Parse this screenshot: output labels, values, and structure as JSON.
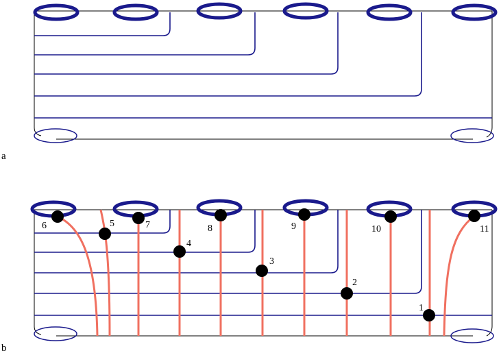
{
  "panels": {
    "a": {
      "label": "a"
    },
    "b": {
      "label": "b"
    }
  },
  "point_labels": [
    "6",
    "5",
    "7",
    "4",
    "8",
    "3",
    "9",
    "2",
    "10",
    "1",
    "11"
  ],
  "colors": {
    "boundary": "#1a1a8c",
    "curve": "#1a1a8c",
    "arc": "#f07060",
    "point": "#000000",
    "outline": "#000000"
  }
}
